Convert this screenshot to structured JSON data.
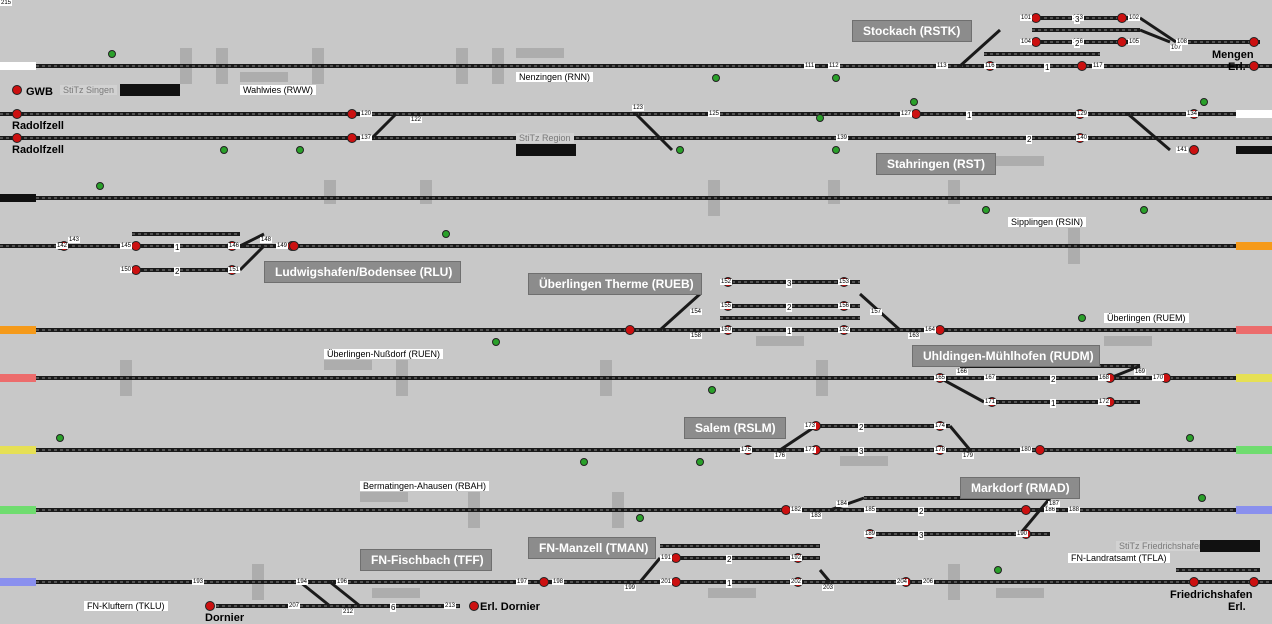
{
  "colors": {
    "background": "#c8c8c8",
    "track": "#1a1a1a",
    "signal_red": "#cc1010",
    "signal_green": "#2aa02a",
    "edge_white": "#ffffff",
    "edge_black": "#101010",
    "edge_orange": "#f59a1a",
    "edge_salmon": "#ec6c6c",
    "edge_yellow": "#e6e055",
    "edge_green": "#6fdc6f",
    "edge_blue": "#8a90ee"
  },
  "stations": [
    {
      "id": "rstk",
      "label": "Stockach (RSTK)"
    },
    {
      "id": "rst",
      "label": "Stahringen (RST)"
    },
    {
      "id": "rlu",
      "label": "Ludwigshafen/Bodensee (RLU)"
    },
    {
      "id": "rueb",
      "label": "Überlingen Therme (RUEB)"
    },
    {
      "id": "rudm",
      "label": "Uhldingen-Mühlhofen (RUDM)"
    },
    {
      "id": "rslm",
      "label": "Salem (RSLM)"
    },
    {
      "id": "rmad",
      "label": "Markdorf (RMAD)"
    },
    {
      "id": "tff",
      "label": "FN-Fischbach (TFF)"
    },
    {
      "id": "tman",
      "label": "FN-Manzell (TMAN)"
    }
  ],
  "sublabels": {
    "rnn": "Nenzingen (RNN)",
    "rww": "Wahlwies (RWW)",
    "stitz_singen": "StiTz Singen",
    "stitz_region": "StiTz Region",
    "rsin": "Sipplingen (RSIN)",
    "ruem": "Überlingen (RUEM)",
    "ruen": "Überlingen-Nußdorf (RUEN)",
    "rbah": "Bermatingen-Ahausen (RBAH)",
    "stitz_fn": "StiTz Friedrichshafen",
    "tfla": "FN-Landratsamt (TFLA)",
    "tklu": "FN-Kluftern (TKLU)"
  },
  "end_labels": {
    "gwb": "GWB",
    "radolfzell_1": "Radolfzell",
    "radolfzell_2": "Radolfzell",
    "mengen": "Mengen",
    "erl_1": "Erl.",
    "dornier": "Dornier",
    "erl_dornier": "Erl. Dornier",
    "friedrichshafen": "Friedrichshafen",
    "erl_2": "Erl."
  },
  "signal_numbers": [
    "101",
    "102",
    "103",
    "104",
    "105",
    "106",
    "107",
    "108",
    "111",
    "112",
    "113",
    "116",
    "117",
    "120",
    "122",
    "123",
    "125",
    "127",
    "129",
    "134",
    "137",
    "139",
    "140",
    "141",
    "142",
    "143",
    "145",
    "146",
    "148",
    "149",
    "150",
    "151",
    "152",
    "153",
    "154",
    "155",
    "156",
    "157",
    "158",
    "160",
    "162",
    "163",
    "164",
    "165",
    "166",
    "167",
    "168",
    "169",
    "170",
    "171",
    "172",
    "173",
    "174",
    "175",
    "176",
    "177",
    "178",
    "179",
    "180",
    "182",
    "183",
    "184",
    "185",
    "186",
    "187",
    "188",
    "189",
    "190",
    "191",
    "192",
    "193",
    "194",
    "196",
    "197",
    "198",
    "199",
    "201",
    "202",
    "203",
    "204",
    "206",
    "207",
    "212",
    "213",
    "215"
  ],
  "track_numbers": [
    "1",
    "2",
    "3"
  ]
}
